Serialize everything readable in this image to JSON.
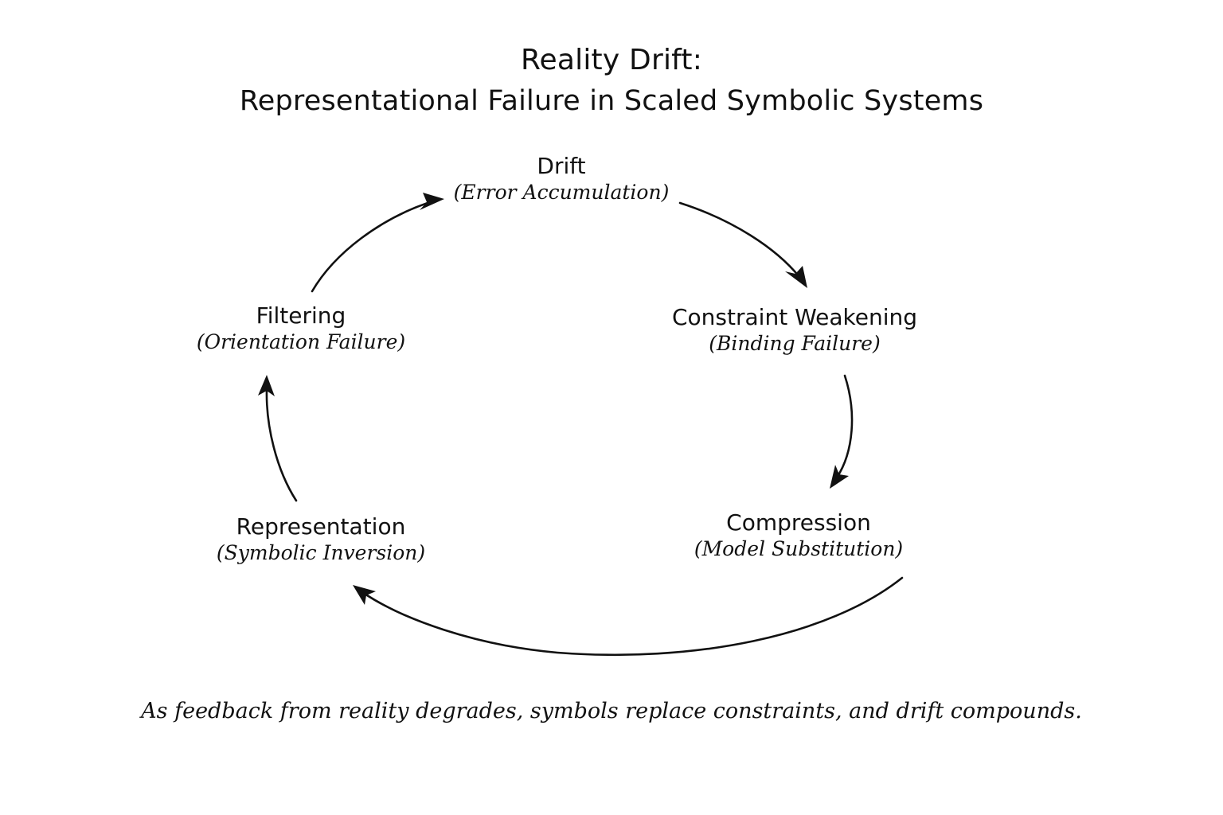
{
  "background_color": "#ffffff",
  "ink_color": "#111111",
  "title": {
    "line1": "Reality Drift:",
    "line2": "Representational Failure in Scaled Symbolic Systems"
  },
  "caption": "As feedback from reality degrades, symbols replace constraints, and drift compounds.",
  "diagram": {
    "type": "cycle",
    "direction": "clockwise",
    "node_count": 5,
    "nodes": [
      {
        "id": "drift",
        "label": "Drift",
        "sublabel": "(Error Accumulation)",
        "position": "top"
      },
      {
        "id": "constraint-weakening",
        "label": "Constraint Weakening",
        "sublabel": "(Binding Failure)",
        "position": "right-upper"
      },
      {
        "id": "compression",
        "label": "Compression",
        "sublabel": "(Model Substitution)",
        "position": "right-lower"
      },
      {
        "id": "representation",
        "label": "Representation",
        "sublabel": "(Symbolic Inversion)",
        "position": "left-lower"
      },
      {
        "id": "filtering",
        "label": "Filtering",
        "sublabel": "(Orientation Failure)",
        "position": "left-upper"
      }
    ],
    "edges": [
      {
        "id": "edge-drift-to-constraint",
        "from": "drift",
        "to": "constraint-weakening"
      },
      {
        "id": "edge-constraint-to-compression",
        "from": "constraint-weakening",
        "to": "compression"
      },
      {
        "id": "edge-compression-to-representation",
        "from": "compression",
        "to": "representation"
      },
      {
        "id": "edge-representation-to-filtering",
        "from": "representation",
        "to": "filtering"
      },
      {
        "id": "edge-filtering-to-drift",
        "from": "filtering",
        "to": "drift"
      }
    ]
  }
}
